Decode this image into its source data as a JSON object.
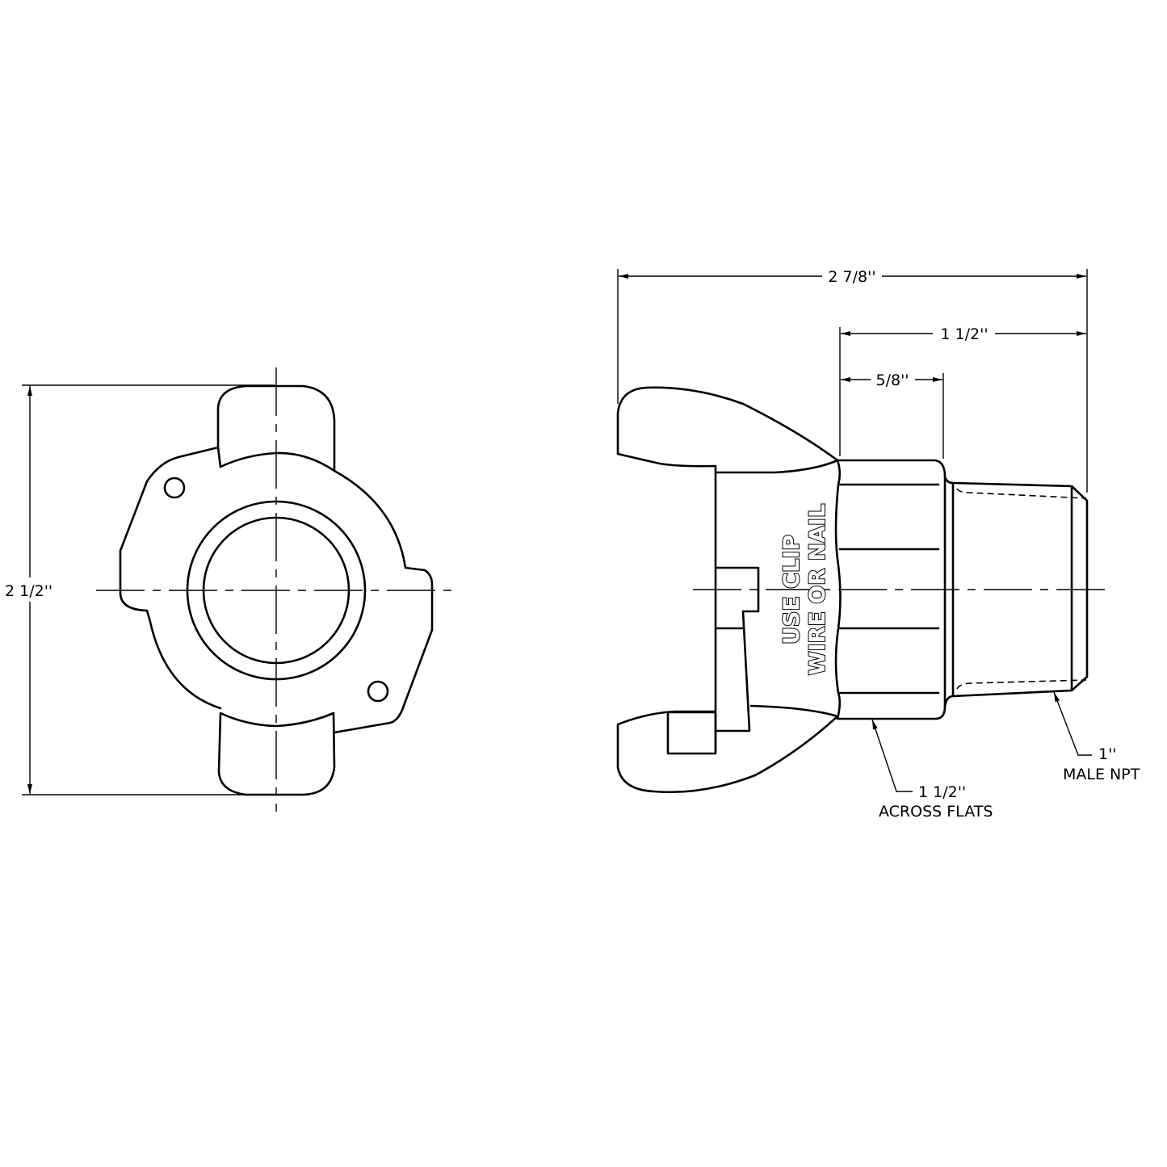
{
  "front_view": {
    "height_dimension": "2 1/2''"
  },
  "side_view": {
    "overall_length": "2 7/8''",
    "hex_and_thread_length": "1 1/2''",
    "hex_length": "5/8''",
    "hex_callout": {
      "value": "1 1/2''",
      "note": "ACROSS FLATS"
    },
    "thread_callout": {
      "value": "1''",
      "note": "MALE NPT"
    },
    "embossed_text": [
      "USE CLIP",
      "WIRE OR NAIL"
    ]
  },
  "colors": {
    "line": "#000000",
    "background": "#ffffff"
  }
}
